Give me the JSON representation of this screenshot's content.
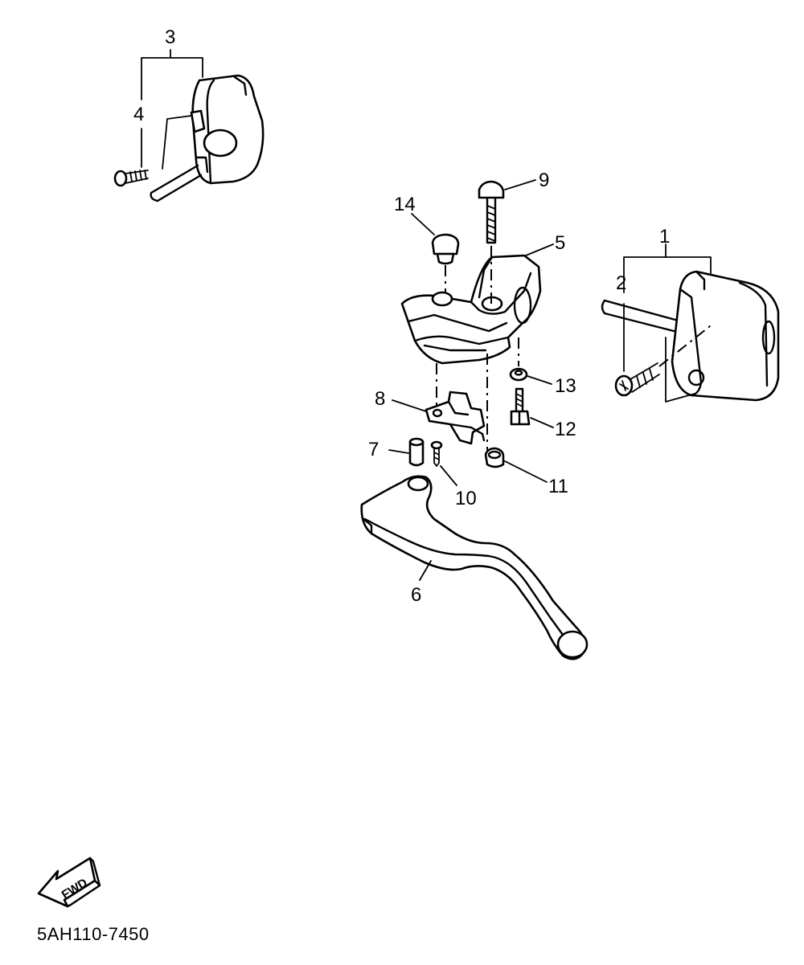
{
  "callouts": {
    "c1": "1",
    "c2": "2",
    "c3": "3",
    "c4": "4",
    "c5": "5",
    "c6": "6",
    "c7": "7",
    "c8": "8",
    "c9": "9",
    "c10": "10",
    "c11": "11",
    "c12": "12",
    "c13": "13",
    "c14": "14"
  },
  "fwd_label": "FWD",
  "drawing_code": "5AH110-7450",
  "colors": {
    "ink": "#000000",
    "paper": "#ffffff"
  }
}
